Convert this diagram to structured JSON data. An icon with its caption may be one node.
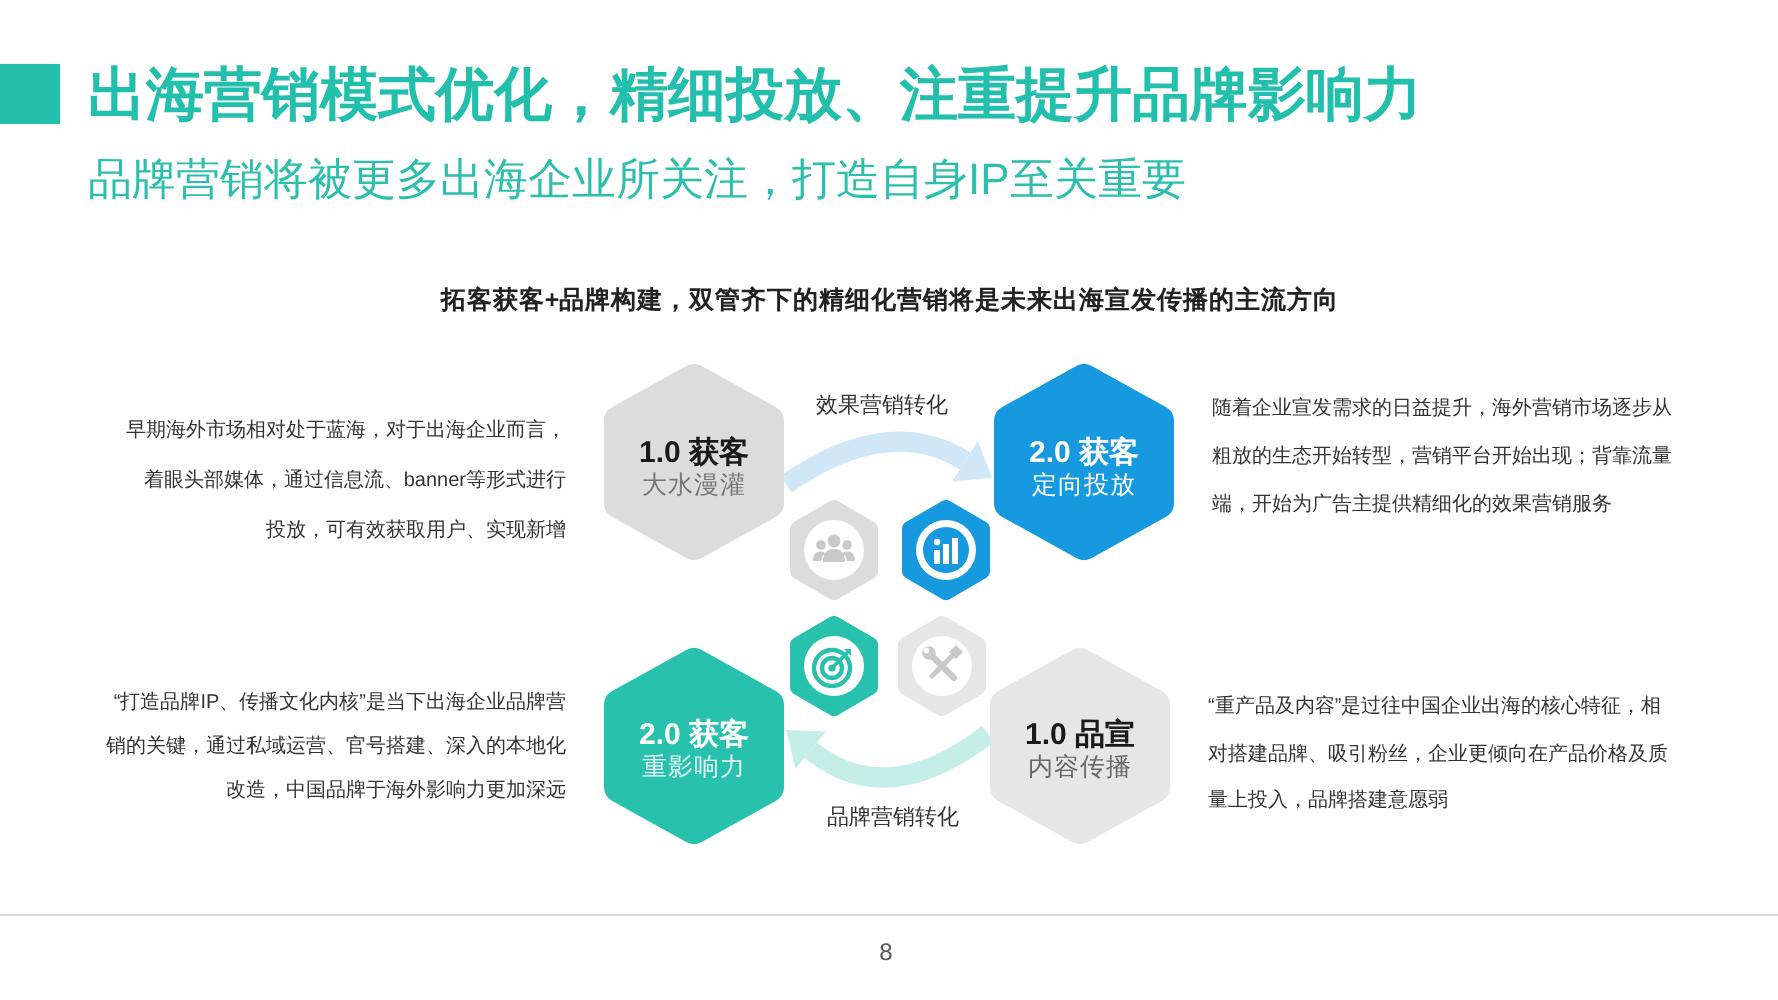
{
  "diagram": {
    "title": "出海营销模式优化，精细投放、注重提升品牌影响力",
    "nodes": [
      {
        "text": [
          "1.0 获客",
          "大水漫灌"
        ],
        "beside": [
          "早期海外市场相对处于蓝海，对于出海企业而言，着眼头部媒体，通过信息流、banner等形式进行投放，可有效获取用户、实现新增"
        ]
      },
      {
        "text": [
          "2.0 获客",
          "定向投放"
        ],
        "beside": [
          "随着企业宣发需求的日益提升，海外营销市场逐步从粗放的生态开始转型，营销平台开始出现；背靠流量端，开始为广告主提供精细化的效果营销服务"
        ]
      },
      {
        "text": [],
        "shape": "hexagon"
      },
      {
        "text": [],
        "shape": "hexagon"
      },
      {
        "text": [],
        "shape": "hexagon"
      },
      {
        "text": [],
        "shape": "hexagon"
      },
      {
        "text": [
          "2.0 获客",
          "重影响力"
        ],
        "beside": [
          "“打造品牌IP、传播文化内核”是当下出海企业品牌营销的关键，通过私域运营、官号搭建、深入的本地化改造，中国品牌于海外影响力更加深远"
        ]
      },
      {
        "text": [
          "1.0 品宣",
          "内容传播"
        ],
        "beside": [
          "“重产品及内容”是过往中国企业出海的核心特征，相对搭建品牌、吸引粉丝，企业更倾向在产品价格及质量上投入，品牌搭建意愿弱"
        ]
      }
    ],
    "edges": [
      {
        "from": 0,
        "to": 1,
        "arrow": "to",
        "label": "效果营销转化",
        "color": "#cfe7f6"
      },
      {
        "from": 7,
        "to": 6,
        "arrow": "to",
        "label": "品牌营销转化",
        "color": "#c6eee8"
      }
    ],
    "labels": [
      "品牌营销将被更多出海企业所关注，打造自身IP至关重要",
      "拓客获客+品牌构建，双管齐下的精细化营销将是未来出海宣发传播的主流方向",
      "8"
    ]
  }
}
